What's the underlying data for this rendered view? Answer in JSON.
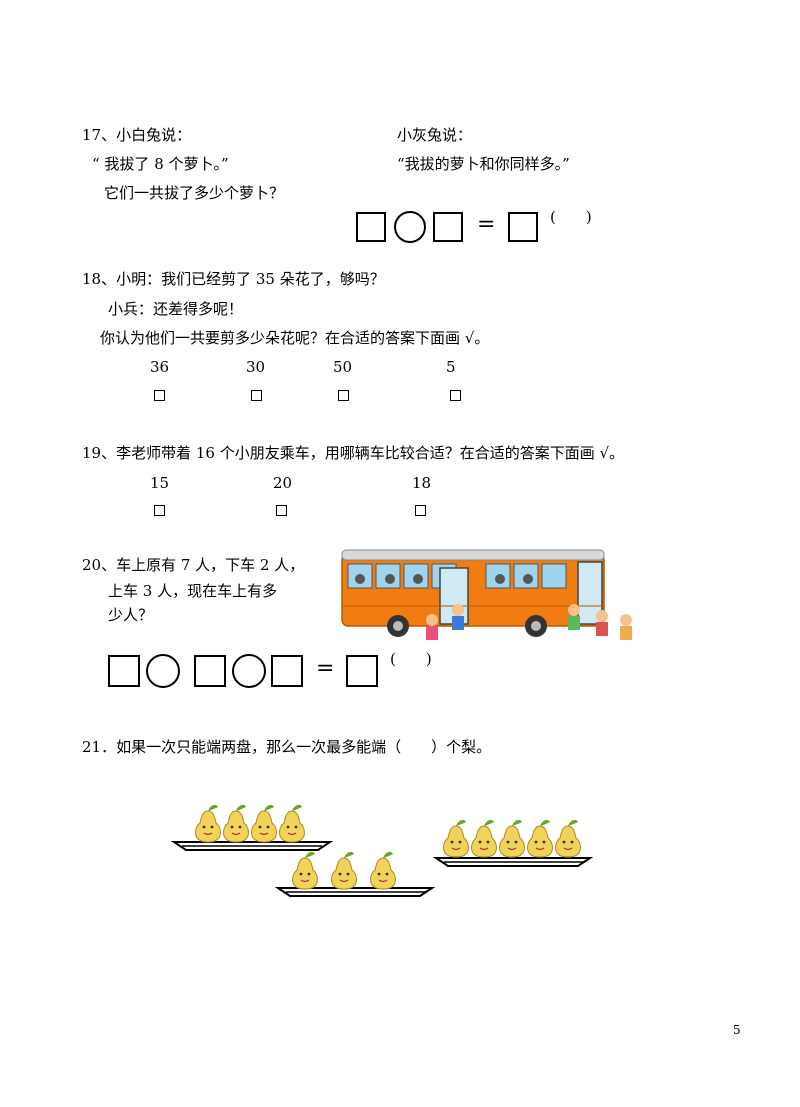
{
  "q17": {
    "num_label": "17、小白兔说：",
    "white_quote": "“ 我拔了 8 个萝卜。”",
    "gray_label": "小灰兔说：",
    "gray_quote": "“我拔的萝卜和你同样多。”",
    "question": "它们一共拔了多少个萝卜？",
    "equals": "=",
    "answer_paren": "(　　)"
  },
  "q18": {
    "line1": "18、小明：我们已经剪了 35 朵花了，够吗？",
    "line2": "小兵：还差得多呢！",
    "line3": "你认为他们一共要剪多少朵花呢？在合适的答案下面画 √。",
    "options": [
      "36",
      "30",
      "50",
      "5"
    ]
  },
  "q19": {
    "line1": "19、李老师带着 16 个小朋友乘车，用哪辆车比较合适？在合适的答案下面画 √。",
    "options": [
      "15",
      "20",
      "18"
    ]
  },
  "q20": {
    "line1": "20、车上原有 7 人，下车 2 人，",
    "line2": "上车 3 人，现在车上有多",
    "line3": "少人？",
    "equals": "=",
    "answer_paren": "(　　)"
  },
  "q21": {
    "line1": "21．如果一次只能端两盘，那么一次最多能端（　　）个梨。"
  },
  "page_number": "5",
  "colors": {
    "bus_body": "#f07c12",
    "bus_roof": "#d9d9d9",
    "pear": "#f2d35a",
    "leaf": "#6aa52e"
  }
}
